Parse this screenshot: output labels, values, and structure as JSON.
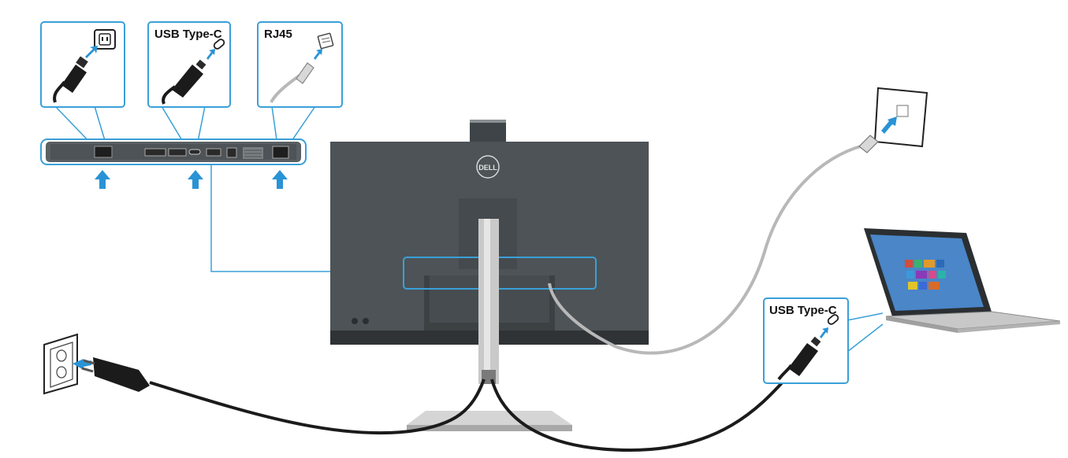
{
  "colors": {
    "callout_stroke": "#3aa0d8",
    "arrow_fill": "#2a93d5",
    "monitor_body": "#4d5357",
    "monitor_dark": "#3f4448",
    "panel_bg": "#5a6064",
    "cable_black": "#1b1b1b",
    "cable_gray": "#b8b8b8",
    "stand_silver": "#c9c9c9"
  },
  "callouts": {
    "power": {
      "label": "",
      "icon": "power-socket-icon"
    },
    "usbc_monitor": {
      "label": "USB Type-C",
      "icon": "usb-c-port-icon"
    },
    "rj45": {
      "label": "RJ45",
      "icon": "rj45-port-icon"
    },
    "usbc_laptop": {
      "label": "USB Type-C",
      "icon": "usb-c-port-icon"
    }
  },
  "monitor": {
    "brand_logo": "DELL"
  },
  "devices": {
    "wall_outlet": "wall-outlet-icon",
    "network_jack": "network-wall-jack-icon",
    "laptop": "laptop-icon"
  }
}
